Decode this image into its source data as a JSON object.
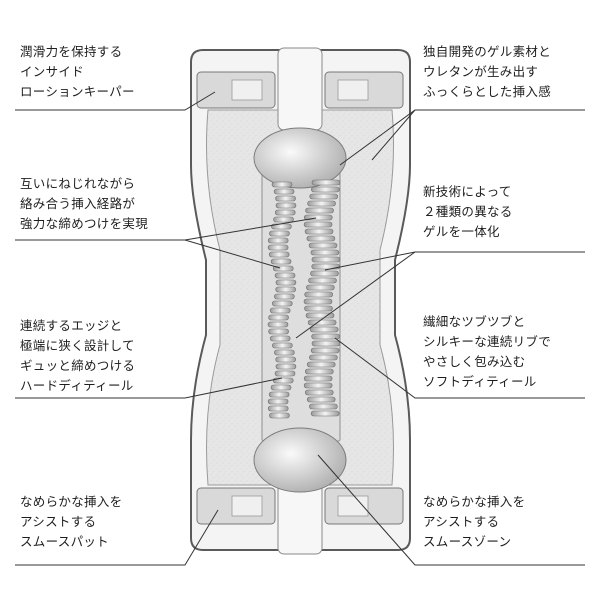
{
  "labels": {
    "top_left": "潤滑力を保持する\nインサイド\nローションキーパー",
    "upper_left": "互いにねじれながら\n絡み合う挿入経路が\n強力な締めつけを実現",
    "lower_left": "連続するエッジと\n極端に狭く設計して\nギュッと締めつける\nハードディティール",
    "bottom_left": "なめらかな挿入を\nアシストする\nスムースパット",
    "top_right": "独自開発のゲル素材と\nウレタンが生み出す\nふっくらとした挿入感",
    "upper_right": "新技術によって\n２種類の異なる\nゲルを一体化",
    "lower_right": "繊細なツブツブと\nシルキーな連続リブで\nやさしく包み込む\nソフトディティール",
    "bottom_right": "なめらかな挿入を\nアシストする\nスムースゾーン"
  },
  "colors": {
    "outline": "#555555",
    "outer_shell": "#f2f2f2",
    "foam": "#e3e3e3",
    "gel": "#d6d6d6",
    "leader_line": "#333333"
  }
}
